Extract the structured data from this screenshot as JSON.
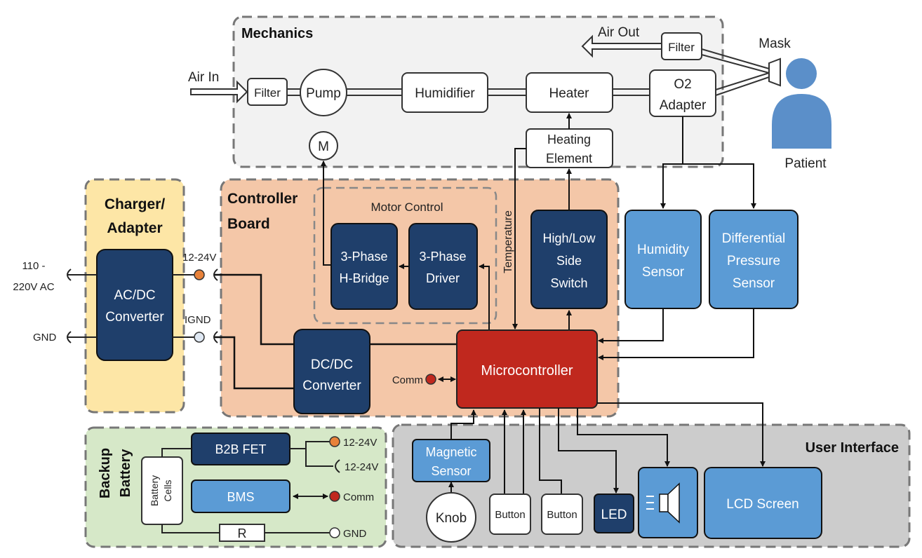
{
  "groups": {
    "mechanics": "Mechanics",
    "charger_line1": "Charger/",
    "charger_line2": "Adapter",
    "controller_line1": "Controller",
    "controller_line2": "Board",
    "motor_control": "Motor Control",
    "backup_line1": "Backup",
    "backup_line2": "Battery",
    "user_interface": "User Interface"
  },
  "mechanics": {
    "air_in": "Air In",
    "air_out": "Air Out",
    "filter_in": "Filter",
    "filter_out": "Filter",
    "pump": "Pump",
    "motor": "M",
    "humidifier": "Humidifier",
    "heater": "Heater",
    "heating_line1": "Heating",
    "heating_line2": "Element",
    "o2_line1": "O2",
    "o2_line2": "Adapter",
    "mask": "Mask",
    "patient": "Patient"
  },
  "power": {
    "ac_line1": "110 -",
    "ac_line2": "220V AC",
    "gnd": "GND",
    "acdc_line1": "AC/DC",
    "acdc_line2": "Converter",
    "v12": "12-24V",
    "ignd": "IGND"
  },
  "controller": {
    "hbridge_line1": "3-Phase",
    "hbridge_line2": "H-Bridge",
    "driver_line1": "3-Phase",
    "driver_line2": "Driver",
    "temperature": "Temperature",
    "switch_line1": "High/Low",
    "switch_line2": "Side",
    "switch_line3": "Switch",
    "dcdc_line1": "DC/DC",
    "dcdc_line2": "Converter",
    "comm": "Comm",
    "micro": "Microcontroller"
  },
  "sensors": {
    "humidity_line1": "Humidity",
    "humidity_line2": "Sensor",
    "diff_line1": "Differential",
    "diff_line2": "Pressure",
    "diff_line3": "Sensor"
  },
  "battery": {
    "b2b": "B2B FET",
    "bms": "BMS",
    "r": "R",
    "cells_line1": "Battery",
    "cells_line2": "Cells",
    "v12_a": "12-24V",
    "v12_b": "12-24V",
    "comm": "Comm",
    "gnd": "GND"
  },
  "ui": {
    "mag_line1": "Magnetic",
    "mag_line2": "Sensor",
    "knob": "Knob",
    "button1": "Button",
    "button2": "Button",
    "led": "LED",
    "lcd": "LCD Screen"
  },
  "colors": {
    "dark_blue": "#1f3f6b",
    "light_blue": "#5b9bd5",
    "red": "#c0281e",
    "mechanics_bg": "#f2f2f2",
    "charger_bg": "#fde6a6",
    "controller_bg": "#f4c7a8",
    "battery_bg": "#d6e8c8",
    "ui_bg": "#cccccc",
    "orange_port": "#e8823a"
  }
}
